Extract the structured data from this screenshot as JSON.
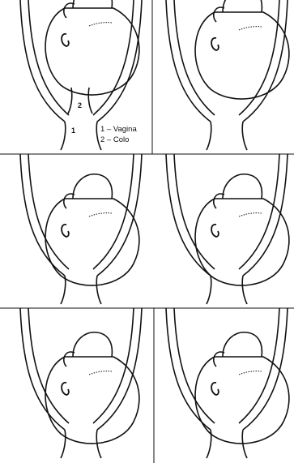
{
  "figure": {
    "callouts": {
      "one": "1",
      "two": "2"
    },
    "legend": [
      "1 – Vagina",
      "2 – Colo"
    ],
    "colors": {
      "ink": "#111111",
      "paper": "#ffffff"
    }
  }
}
